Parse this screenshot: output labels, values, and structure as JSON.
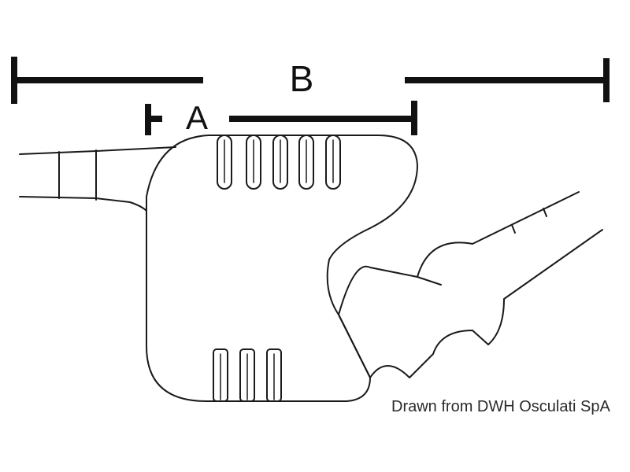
{
  "diagram": {
    "dimension_b": {
      "label": "B"
    },
    "dimension_a": {
      "label": "A"
    },
    "credit": "Drawn from DWH Osculati SpA"
  },
  "colors": {
    "ink": "#1a1a1a",
    "background": "#ffffff"
  }
}
